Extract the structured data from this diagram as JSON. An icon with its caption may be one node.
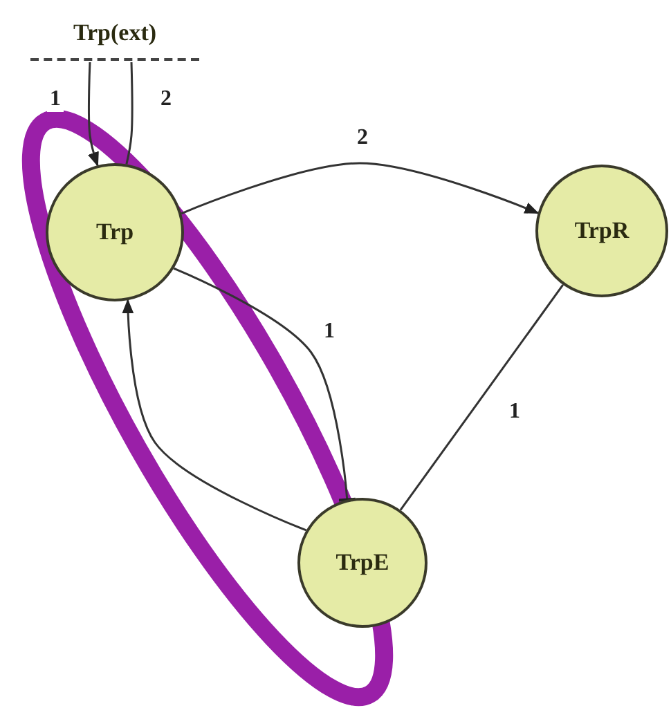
{
  "diagram": {
    "nodes": [
      {
        "text": [
          "Trp(ext)"
        ]
      },
      {
        "text": [
          "Trp"
        ]
      },
      {
        "text": [
          "TrpR"
        ]
      },
      {
        "text": [
          "TrpE"
        ]
      }
    ],
    "edges": [
      {
        "from": 0,
        "to": 1,
        "arrow": "to",
        "label": "1"
      },
      {
        "from": 0,
        "to": 1,
        "arrow": "none",
        "label": "2"
      },
      {
        "from": 1,
        "to": 2,
        "arrow": "to",
        "label": "2"
      },
      {
        "from": 1,
        "to": 3,
        "arrow": "other",
        "label": "1"
      },
      {
        "from": 2,
        "to": 3,
        "arrow": "none",
        "label": "1"
      },
      {
        "from": 3,
        "to": 1,
        "arrow": "to"
      }
    ]
  }
}
